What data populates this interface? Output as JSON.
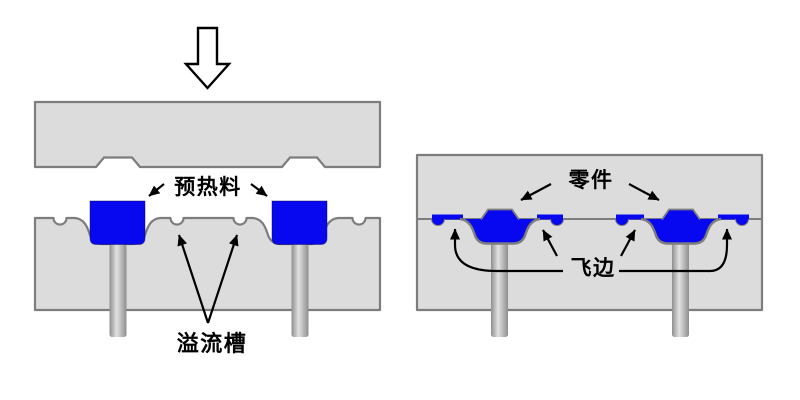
{
  "colors": {
    "mold_fill": "#dcdcdc",
    "mold_outline": "#7d7d7d",
    "material_blue": "#0707f0",
    "pin_gray_dark": "#8e8e8e",
    "pin_gray_light": "#e2e2e2",
    "arrow_black": "#000000",
    "press_arrow_fill": "#ffffff"
  },
  "left_panel": {
    "labels": {
      "preheated_material": "预热料",
      "overflow_groove": "溢流槽"
    }
  },
  "right_panel": {
    "labels": {
      "part": "零件",
      "flash": "飞边"
    }
  }
}
